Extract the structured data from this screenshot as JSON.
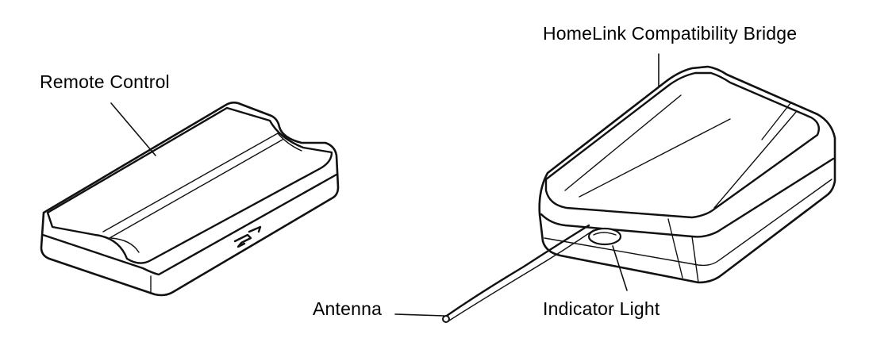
{
  "diagram": {
    "labels": {
      "remote_control": "Remote Control",
      "homelink_bridge": "HomeLink Compatibility Bridge",
      "antenna": "Antenna",
      "indicator_light": "Indicator Light"
    },
    "colors": {
      "ink": "#111111",
      "background": "#ffffff"
    }
  }
}
